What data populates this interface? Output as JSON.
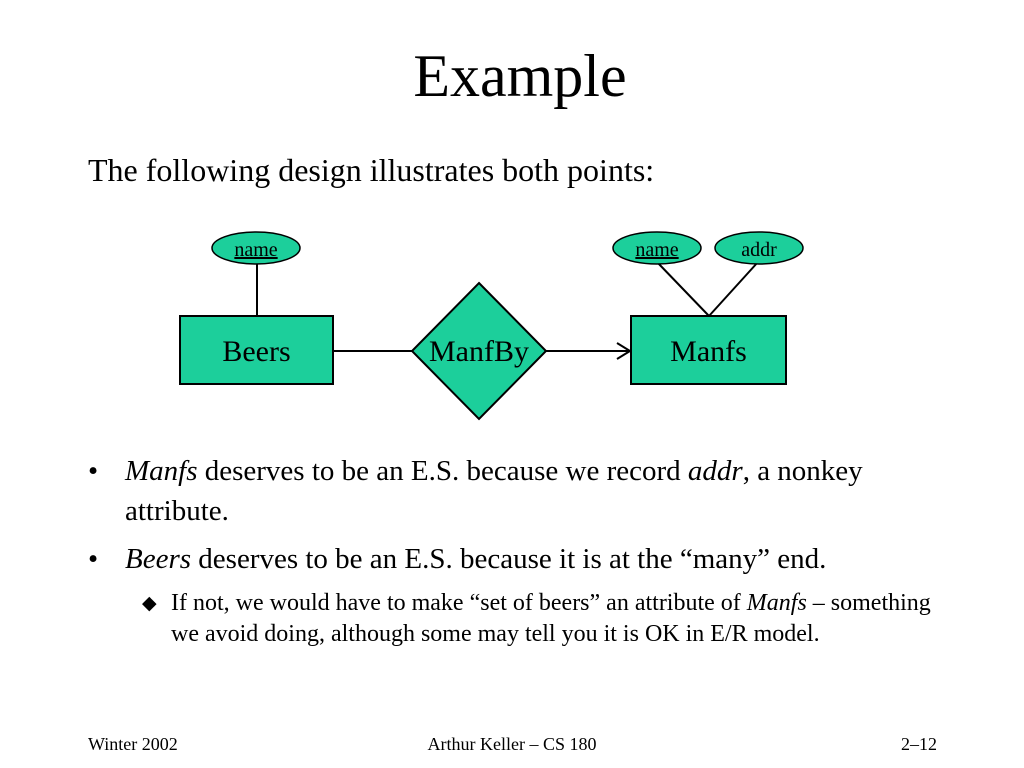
{
  "slide": {
    "title": "Example",
    "intro": "The following design illustrates both points:"
  },
  "diagram": {
    "entities": {
      "beers": "Beers",
      "manfs": "Manfs"
    },
    "relationship": "ManfBy",
    "attributes": {
      "beers_name": "name",
      "manfs_name": "name",
      "manfs_addr": "addr"
    },
    "colors": {
      "fill": "#1ccf9b",
      "stroke": "#000000"
    }
  },
  "bullets": [
    {
      "italic": "Manfs",
      "text_a": " deserves to be an E.S. because we record ",
      "italic_b": "addr",
      "text_b": ", a nonkey attribute."
    },
    {
      "italic": "Beers",
      "text_a": " deserves to be an E.S. because it is at the “many” end."
    }
  ],
  "sub_bullet": {
    "text_a": "If not, we would have to make “set of beers” an attribute of ",
    "italic": "Manfs",
    "text_b": " – something we avoid doing, although some may tell you it is OK in E/R model."
  },
  "markers": {
    "bullet": "•",
    "sub_bullet": "◆"
  },
  "footer": {
    "left": "Winter 2002",
    "center": "Arthur Keller – CS 180",
    "right": "2–12"
  }
}
